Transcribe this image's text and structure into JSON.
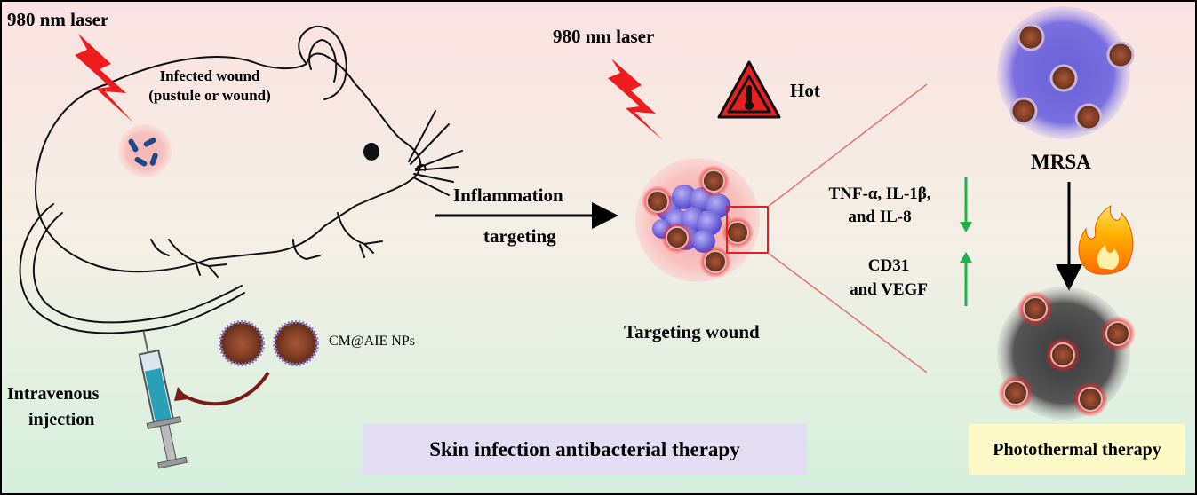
{
  "labels": {
    "laser_left": "980 nm laser",
    "laser_center": "980 nm laser",
    "infected_wound_line1": "Infected wound",
    "infected_wound_line2": "(pustule or wound)",
    "inflammation": "Inflammation",
    "targeting": "targeting",
    "hot": "Hot",
    "targeting_wound": "Targeting wound",
    "cytokines_line1": "TNF-α,  IL-1β,",
    "cytokines_line2": "and IL-8",
    "cd31_line1": "CD31",
    "cd31_line2": "and VEGF",
    "mrsa": "MRSA",
    "nps": "CM@AIE NPs",
    "intravenous_line1": "Intravenous",
    "intravenous_line2": "injection",
    "banner": "Skin infection antibacterial therapy",
    "photothermal": "Photothermal  therapy"
  },
  "colors": {
    "bg_top": "#fbe2e2",
    "bg_bottom": "#d6f0df",
    "laser_red": "#ee1c1c",
    "arrow_green": "#22b24c",
    "np_brown": "#8b4a2e",
    "np_ring_red": "#ff1a1a",
    "mrsa_purple": "#5b4fc4",
    "mrsa_treated_gray": "#4a4a4a"
  },
  "icons": {
    "laser": "lightning-bolt-icon",
    "hot": "warning-thermometer-icon",
    "flame": "flame-icon",
    "syringe": "syringe-icon"
  }
}
